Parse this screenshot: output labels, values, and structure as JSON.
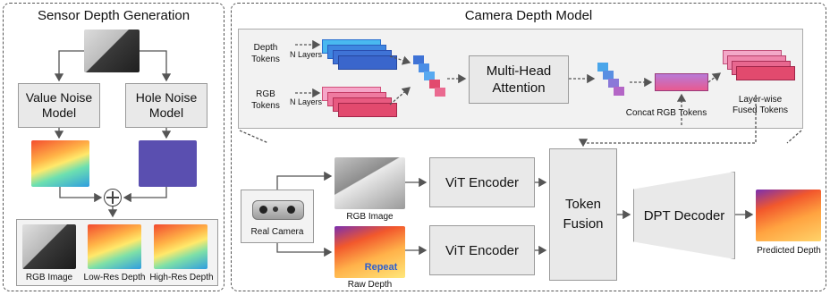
{
  "left_panel": {
    "title": "Sensor Depth Generation",
    "value_noise_label": "Value Noise\nModel",
    "hole_noise_label": "Hole Noise\nModel",
    "bottom_labels": [
      "RGB Image",
      "Low-Res Depth",
      "High-Res Depth"
    ]
  },
  "right_panel": {
    "title": "Camera Depth Model",
    "depth_tokens_label": "Depth\nTokens",
    "rgb_tokens_label": "RGB\nTokens",
    "n_layers_label": "N Layers",
    "mha_label": "Multi-Head\nAttention",
    "concat_label": "Concat RGB Tokens",
    "fused_label": "Layer-wise\nFused Tokens",
    "real_camera_label": "Real Camera",
    "rgb_image_label": "RGB Image",
    "raw_depth_label": "Raw Depth",
    "repeat_label": "Repeat",
    "vit_encoder_label": "ViT Encoder",
    "token_fusion_label": "Token\nFusion",
    "dpt_decoder_label": "DPT Decoder",
    "predicted_depth_label": "Predicted Depth"
  },
  "colors": {
    "depth_token": "#3f73d6",
    "rgb_token": "#e24a6e",
    "box_fill": "#e9e9e9"
  }
}
